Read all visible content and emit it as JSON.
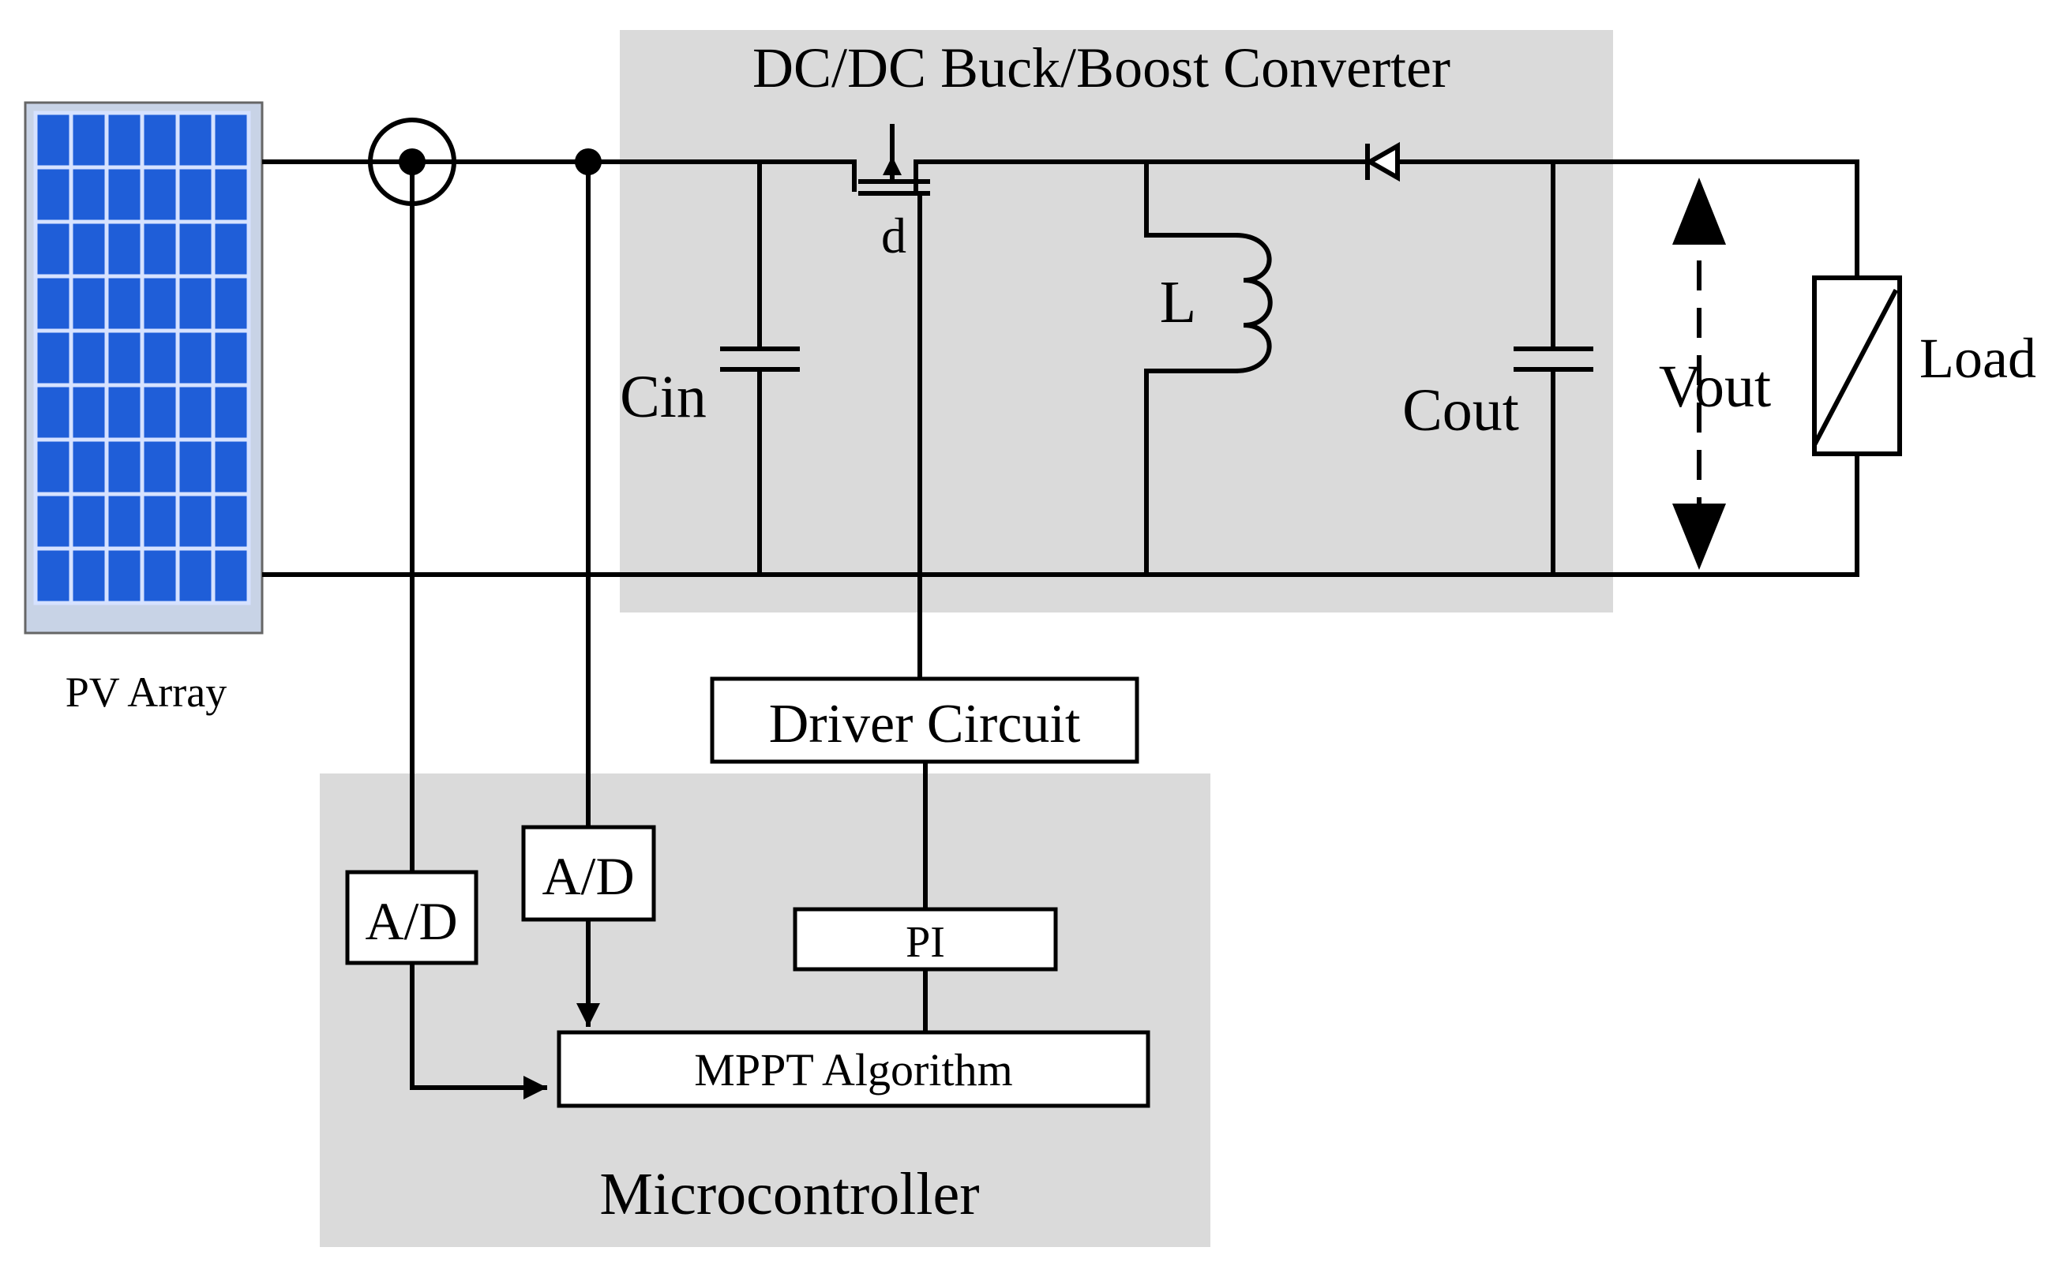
{
  "converter_title": "DC/DC Buck/Boost Converter",
  "pv_label": "PV Array",
  "mosfet_label": "d",
  "cin_label": "Cin",
  "inductor_label": "L",
  "cout_label": "Cout",
  "vout_label": "Vout",
  "load_label": "Load",
  "driver_label": "Driver Circuit",
  "ad_left_label": "A/D",
  "ad_right_label": "A/D",
  "pi_label": "PI",
  "mppt_label": "MPPT Algorithm",
  "micro_label": "Microcontroller",
  "colors": {
    "panel_bg": "#dadada",
    "pv_cell": "#1f5ed8",
    "pv_frame": "#c8d3e6",
    "wire": "#000000"
  }
}
